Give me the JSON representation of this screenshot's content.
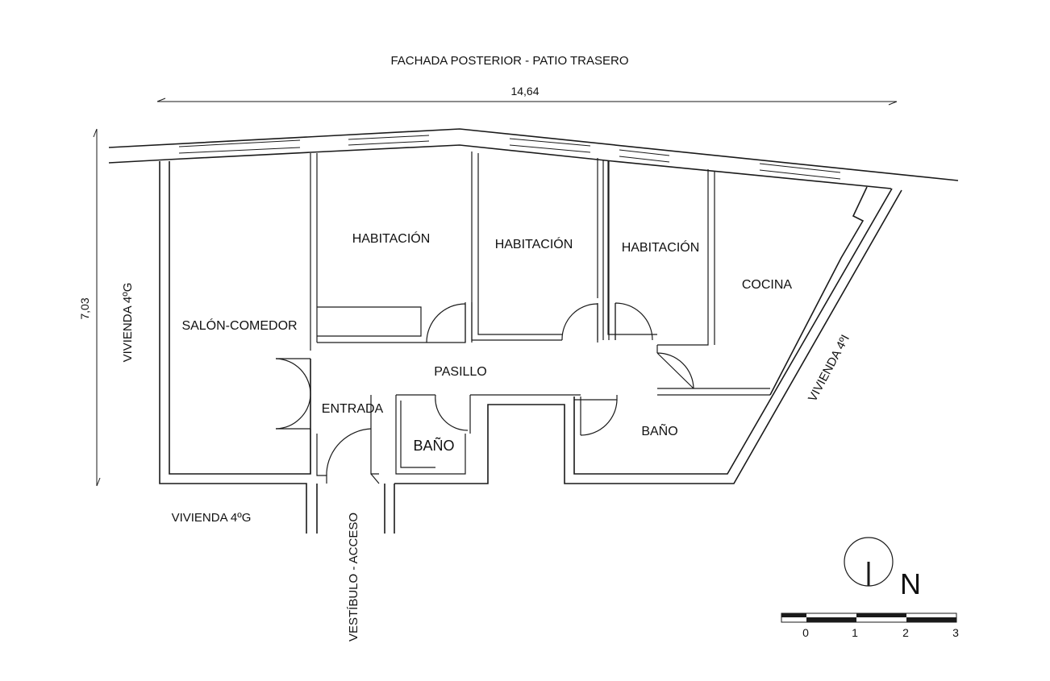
{
  "plan": {
    "top_facade": "FACHADA POSTERIOR - PATIO TRASERO",
    "dim_width": "14,64",
    "dim_height": "7,03"
  },
  "rooms": {
    "salon": "SALÓN-COMEDOR",
    "hab1": "HABITACIÓN",
    "hab2": "HABITACIÓN",
    "hab3": "HABITACIÓN",
    "cocina": "COCINA",
    "pasillo": "PASILLO",
    "entrada": "ENTRADA",
    "bano1": "BAÑO",
    "bano2": "BAÑO"
  },
  "neighbors": {
    "left_side": "VIVIENDA 4ºG",
    "bottom_left": "VIVIENDA 4ºG",
    "right_side": "VIVIENDA 4ºI",
    "access": "VESTÍBULO - ACCESO"
  },
  "north": {
    "label": "N",
    "icon": "north-arrow-icon"
  },
  "scale": {
    "ticks": [
      "0",
      "1",
      "2",
      "3"
    ]
  }
}
